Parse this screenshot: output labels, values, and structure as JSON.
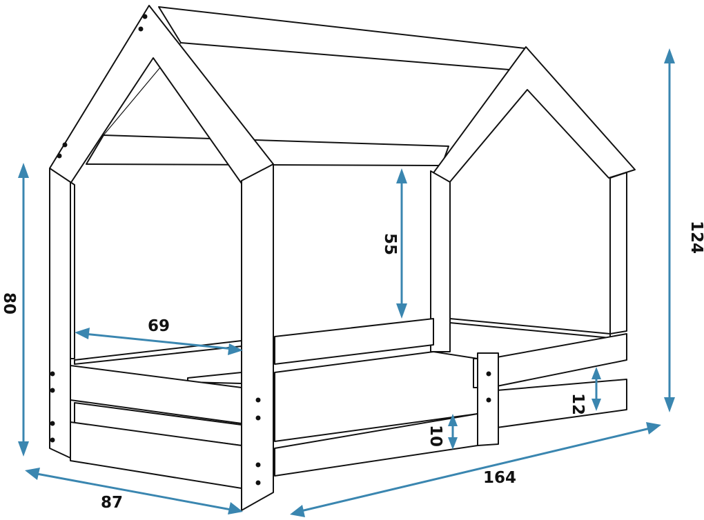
{
  "colors": {
    "outline": "#111111",
    "dimension": "#3a86b0",
    "background": "#ffffff"
  },
  "dimensions": {
    "height_total": "124",
    "height_side": "80",
    "width": "87",
    "length": "164",
    "roof_gap": "55",
    "opening": "69",
    "drawer_height": "12",
    "rail_height": "10"
  }
}
